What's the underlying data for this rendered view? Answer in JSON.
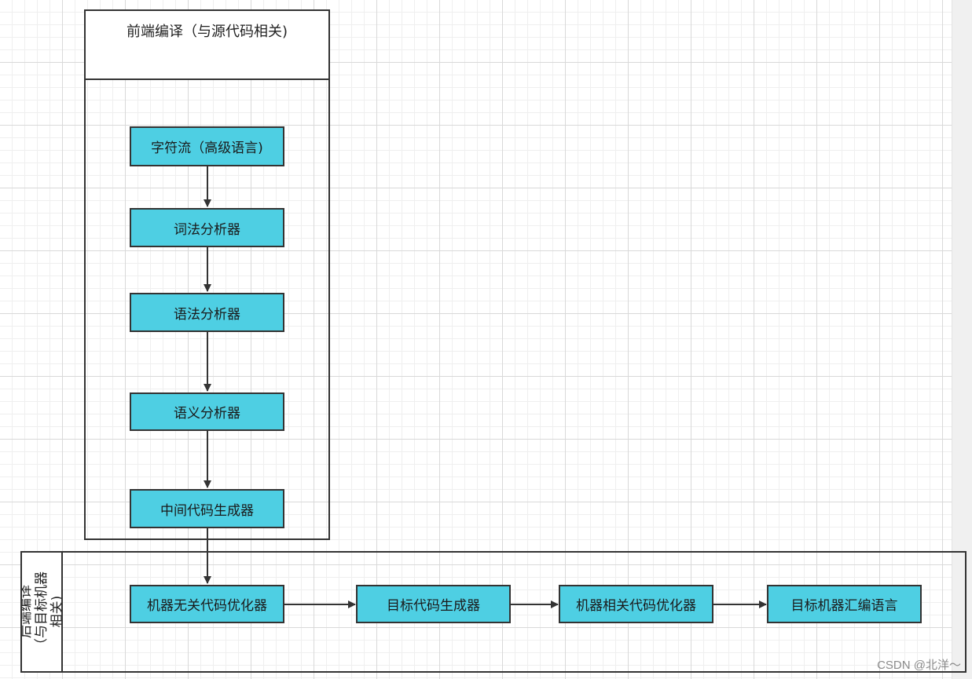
{
  "colors": {
    "node_fill": "#4ecfe3",
    "border": "#333333",
    "arrow": "#333333"
  },
  "frontend": {
    "title": "前端编译（与源代码相关)",
    "nodes": [
      "字符流（高级语言)",
      "词法分析器",
      "语法分析器",
      "语义分析器",
      "中间代码生成器"
    ]
  },
  "backend": {
    "title_line1": "后端编译",
    "title_line2": "（与目标机器",
    "title_line3": "相关)",
    "nodes": [
      "机器无关代码优化器",
      "目标代码生成器",
      "机器相关代码优化器",
      "目标机器汇编语言"
    ]
  },
  "watermark": "CSDN @北洋～"
}
